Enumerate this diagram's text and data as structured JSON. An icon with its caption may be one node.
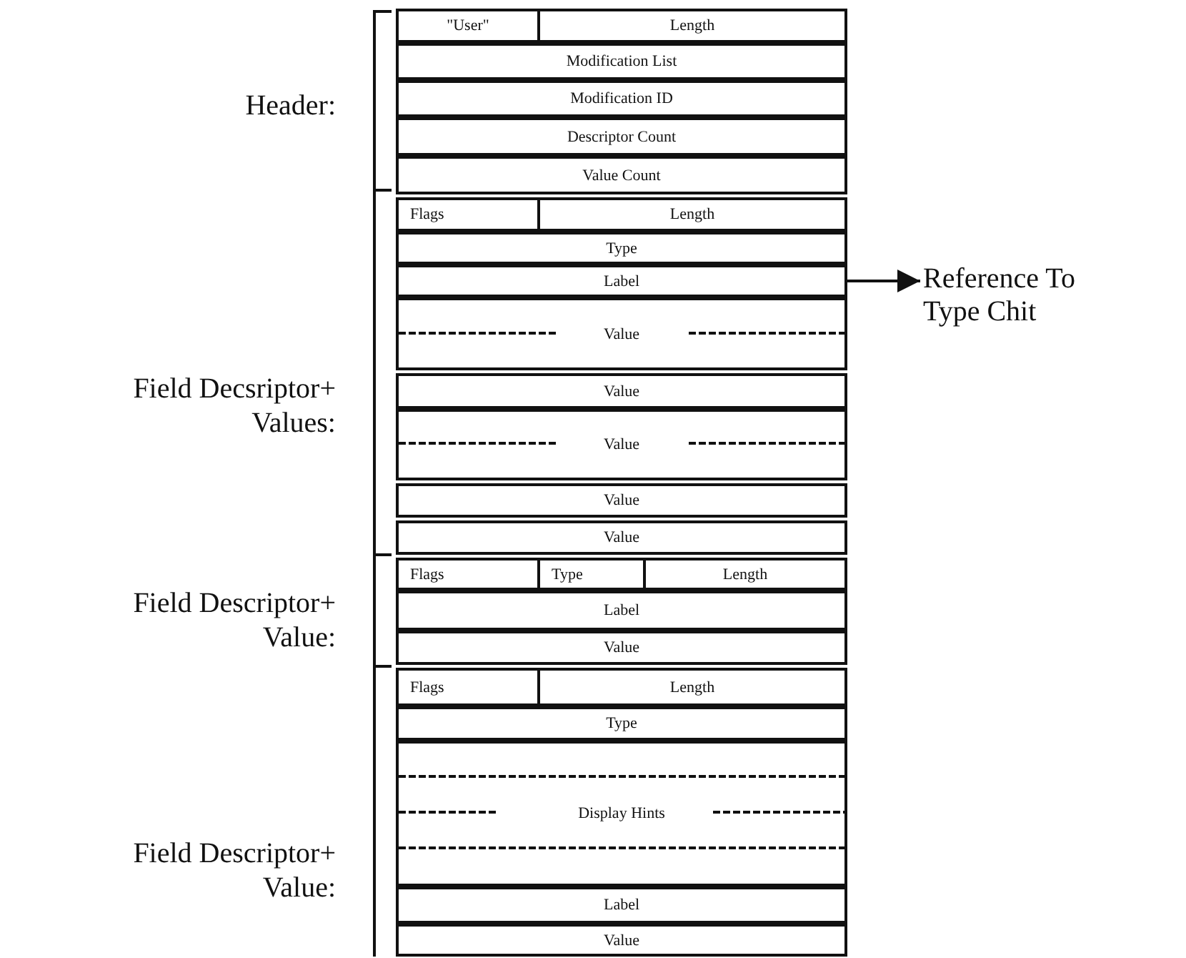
{
  "diagram": {
    "nodes": [
      {
        "text": [
          "\"User\""
        ]
      },
      {
        "text": [
          "Length"
        ]
      },
      {
        "text": [
          "Modification List"
        ]
      },
      {
        "text": [
          "Modification ID"
        ]
      },
      {
        "text": [
          "Descriptor Count"
        ]
      },
      {
        "text": [
          "Value Count"
        ]
      },
      {
        "text": [
          "Flags"
        ]
      },
      {
        "text": [
          "Length"
        ]
      },
      {
        "text": [
          "Type"
        ]
      },
      {
        "text": [
          "Label"
        ]
      },
      {
        "text": [
          "Value"
        ]
      },
      {
        "text": [
          "Value"
        ]
      },
      {
        "text": [
          "Value"
        ]
      },
      {
        "text": [
          "Value"
        ]
      },
      {
        "text": [
          "Value"
        ]
      },
      {
        "text": [
          "Flags"
        ]
      },
      {
        "text": [
          "Type"
        ]
      },
      {
        "text": [
          "Length"
        ]
      },
      {
        "text": [
          "Label"
        ]
      },
      {
        "text": [
          "Value"
        ]
      },
      {
        "text": [
          "Flags"
        ]
      },
      {
        "text": [
          "Length"
        ]
      },
      {
        "text": [
          "Type"
        ]
      },
      {
        "text": [
          "Display Hints"
        ]
      },
      {
        "text": [
          "Label"
        ]
      },
      {
        "text": [
          "Value"
        ]
      },
      {
        "text": [
          "Reference To Type Chit"
        ]
      }
    ],
    "edges": [
      {
        "from": 9,
        "to": 26,
        "arrow": "to"
      }
    ],
    "labels": [
      "Header:",
      "Field Decsriptor+ Values:",
      "Field Descriptor+ Value:",
      "Field Descriptor+ Value:"
    ]
  }
}
